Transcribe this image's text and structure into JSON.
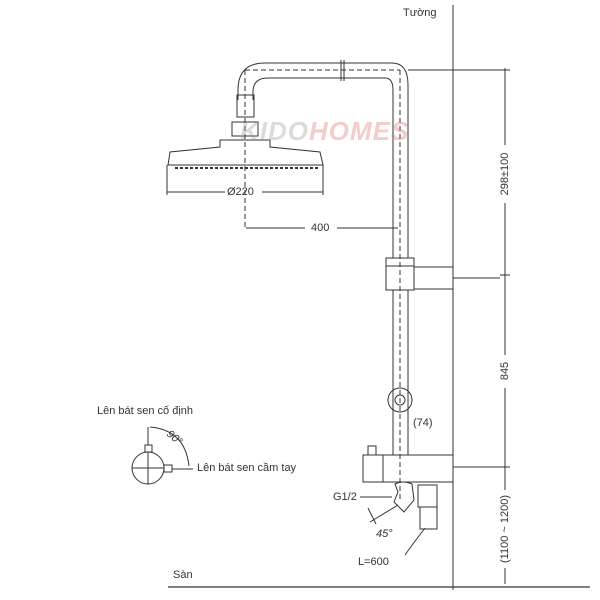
{
  "labels": {
    "wall": "Tường",
    "floor": "Sàn",
    "head_diameter": "Ø220",
    "arm_reach": "400",
    "top_height": "298±100",
    "mid_height": "845",
    "bottom_height": "(1100 ~ 1200)",
    "offset": "(74)",
    "thread": "G1/2",
    "angle_45": "45°",
    "hose_length": "L=600",
    "fixed_head": "Lên bát sen cố định",
    "hand_shower": "Lên bát sen cầm tay",
    "angle_90": "90°"
  },
  "watermark": {
    "part1": "KIDO",
    "part2": "HOMES",
    "color1": "#9a9a9a",
    "color2": "#e07070"
  }
}
